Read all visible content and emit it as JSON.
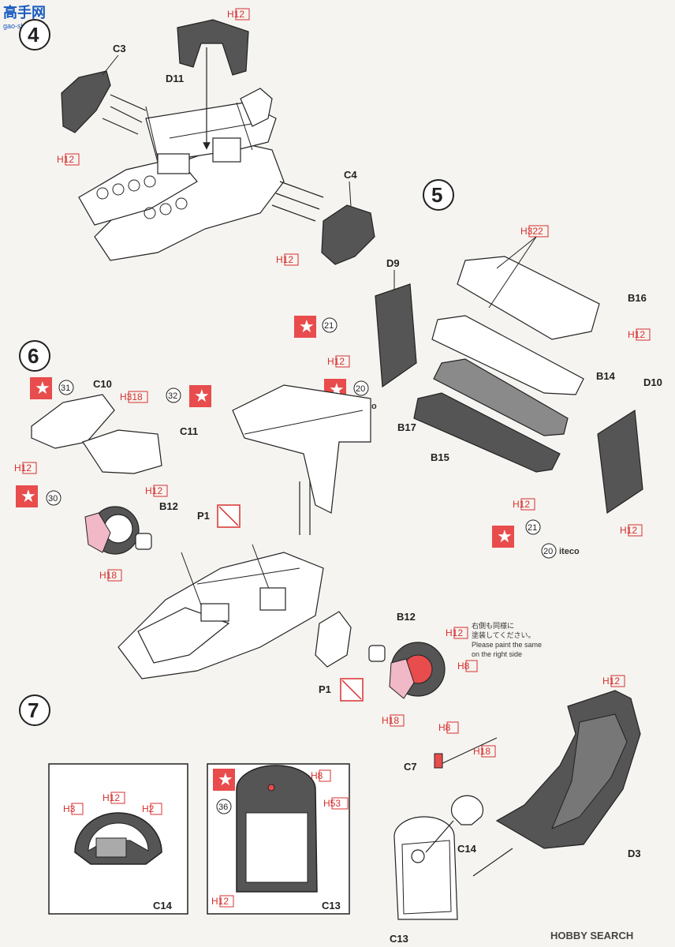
{
  "site_logo": "高手网",
  "site_sub": "gao-shou.com",
  "watermark": "HOBBY SEARCH",
  "steps": [
    "4",
    "5",
    "6",
    "7"
  ],
  "parts": {
    "C3": "C3",
    "C4": "C4",
    "D11": "D11",
    "D9": "D9",
    "D10": "D10",
    "B16": "B16",
    "B14": "B14",
    "B17": "B17",
    "B15": "B15",
    "C10": "C10",
    "C11": "C11",
    "B12": "B12",
    "P1": "P1",
    "C7": "C7",
    "C13": "C13",
    "C14": "C14",
    "D3": "D3"
  },
  "colors": {
    "h12": "H12",
    "h322": "H322",
    "h318": "H318",
    "h18": "H18",
    "h8": "H8",
    "h3": "H3",
    "h2": "H2",
    "h53": "H53"
  },
  "decals": [
    "21",
    "20",
    "31",
    "32",
    "30",
    "36"
  ],
  "iteco": "iteco",
  "note_jp_1": "右側も同様に",
  "note_jp_2": "塗装してください。",
  "note_en_1": "Please paint the same",
  "note_en_2": "on the right side"
}
